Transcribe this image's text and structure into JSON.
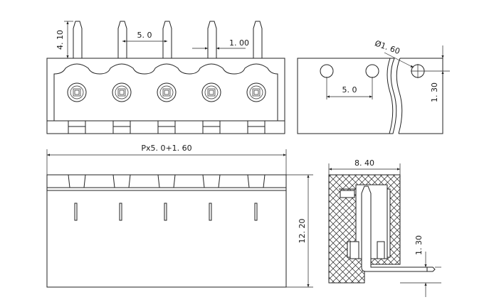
{
  "dimensions": {
    "pin_height": "4. 10",
    "pin_pitch_top": "5. 0",
    "pin_width": "1. 00",
    "hole_diameter": "Ø1. 60",
    "hole_pitch": "5. 0",
    "hole_offset": "1. 30",
    "overall_length": "Px5. 0+1. 60",
    "body_height": "12. 20",
    "body_depth": "8. 40",
    "pin_bend_offset": "1. 30"
  },
  "colors": {
    "line": "#222222",
    "background": "#ffffff",
    "hatch": "#222222"
  }
}
